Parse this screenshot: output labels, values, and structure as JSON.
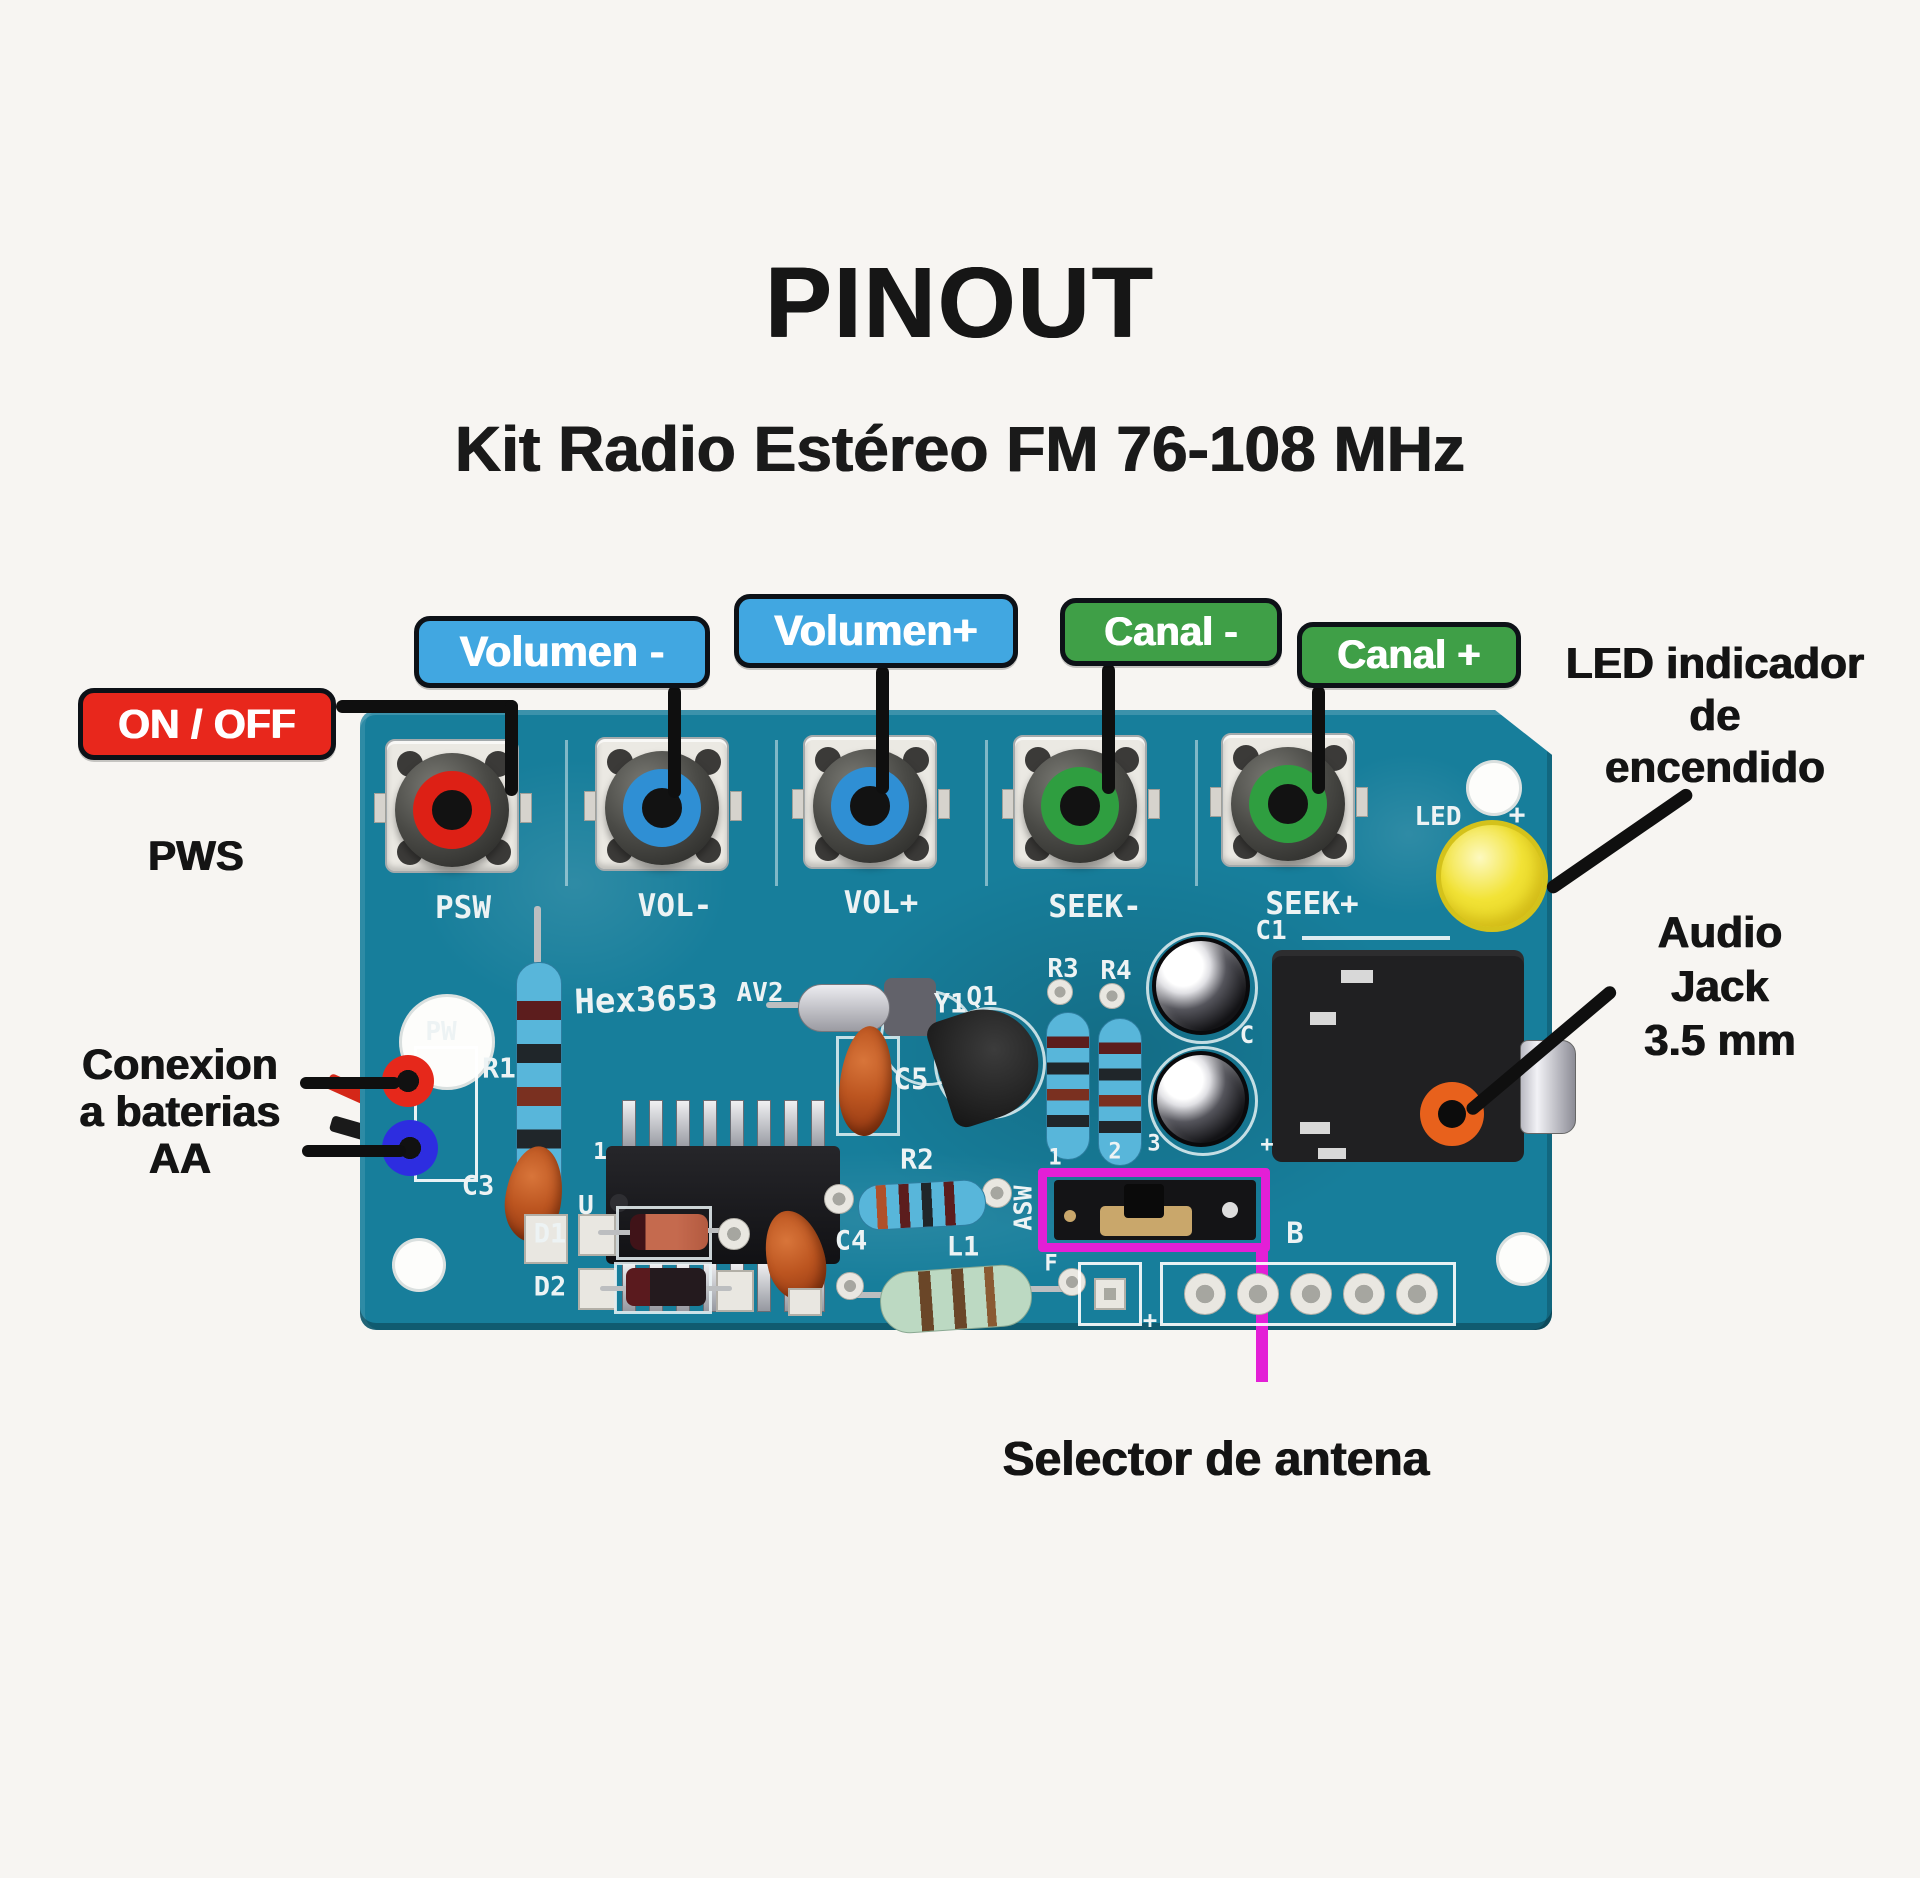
{
  "title": "PINOUT",
  "subtitle": "Kit Radio Estéreo FM 76-108 MHz",
  "callouts": {
    "power": {
      "label": "ON / OFF",
      "sublabel": "PWS"
    },
    "volume_down": {
      "label": "Volumen -"
    },
    "volume_up": {
      "label": "Volumen+"
    },
    "channel_down": {
      "label": "Canal -"
    },
    "channel_up": {
      "label": "Canal +"
    },
    "led": {
      "lines": [
        "LED indicador",
        "de",
        "encendido"
      ]
    },
    "audio_jack": {
      "lines": [
        "Audio",
        "Jack",
        "3.5 mm"
      ]
    },
    "battery": {
      "lines": [
        "Conexion",
        "a baterias",
        "AA"
      ]
    },
    "antenna": {
      "label": "Selector de antena"
    }
  },
  "board_silk": {
    "psw": "PSW",
    "vol_down": "VOL-",
    "vol_up": "VOL+",
    "seek_down": "SEEK-",
    "seek_up": "SEEK+",
    "ic": "Hex3653",
    "av": "AV2",
    "y1": "Y1",
    "q1": "Q1",
    "r1": "R1",
    "r2": "R2",
    "r3": "R3",
    "r4": "R4",
    "c1": "C1",
    "c2": "C",
    "c3": "C3",
    "c4": "C4",
    "c5": "C5",
    "d1": "D1",
    "d2": "D2",
    "l1": "L1",
    "u": "U",
    "pin1": "1",
    "pw": "PW",
    "asw": "ASW",
    "led": "LED",
    "led_plus": "+",
    "jumper1": "1",
    "jumper2": "2",
    "jumper3": "3",
    "b": "B",
    "f": "F",
    "plus_header": "+",
    "plus_cap": "+"
  },
  "colors": {
    "board": "#177e9b",
    "power_red": "#e8271c",
    "volume_blue": "#41a7e1",
    "channel_green": "#3f9f47",
    "magenta": "#e31fd6",
    "led_yellow": "#f2e336",
    "jack_orange": "#e8611c",
    "btn_red": "#dd2015",
    "btn_blue": "#2f8fd4",
    "btn_green": "#2f9e40",
    "silk": "#edf3f4"
  }
}
